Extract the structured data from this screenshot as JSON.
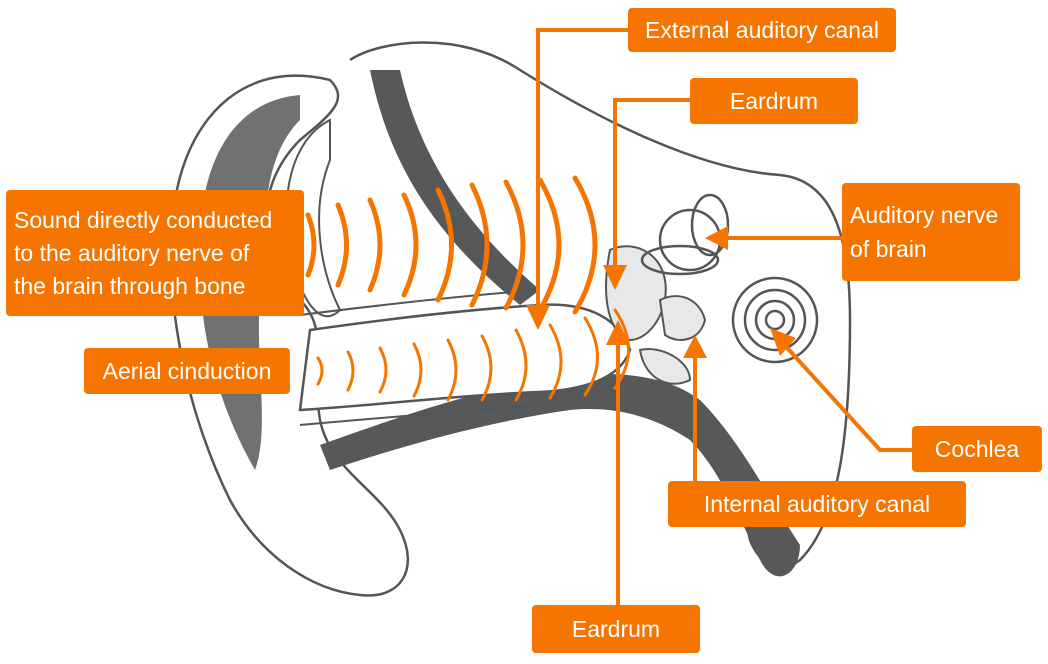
{
  "colors": {
    "accent": "#f57500",
    "outline": "#555555",
    "dark_tissue": "#56585a",
    "background": "#ffffff"
  },
  "labels": {
    "external_auditory_canal": "External auditory canal",
    "eardrum_top": "Eardrum",
    "auditory_nerve": [
      "Auditory nerve",
      "of brain"
    ],
    "bone_conduction": [
      "Sound directly conducted",
      "to the auditory nerve of",
      "the brain through bone"
    ],
    "aerial_conduction": "Aerial cinduction",
    "cochlea": "Cochlea",
    "internal_auditory_canal": "Internal auditory canal",
    "eardrum_bottom": "Eardrum"
  }
}
